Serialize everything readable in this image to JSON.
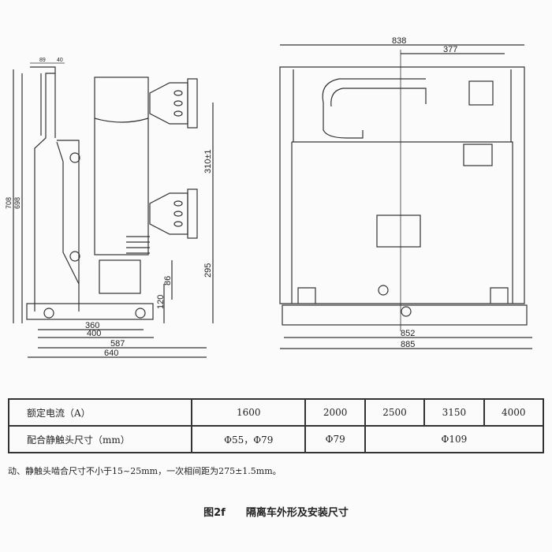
{
  "side_view": {
    "dims": {
      "top_a": "89",
      "top_b": "40",
      "h_outer": "708",
      "h_inner": "698",
      "pitch": "310±1",
      "h_lower": "295",
      "h_bracket": "86",
      "h_base": "120",
      "w_360": "360",
      "w_400": "400",
      "w_587": "587",
      "w_640": "640"
    }
  },
  "front_view": {
    "dims": {
      "w_838": "838",
      "w_377": "377",
      "w_852": "852",
      "w_885": "885"
    }
  },
  "table": {
    "row1_label": "额定电流（A）",
    "currents": [
      "1600",
      "2000",
      "2500",
      "3150",
      "4000"
    ],
    "row2_label": "配合静触头尺寸（mm）",
    "sizes": [
      "Φ55，Φ79",
      "Φ79",
      "Φ109"
    ]
  },
  "note": "动、静触头啮合尺寸不小于15~25mm，一次相间距为275±1.5mm。",
  "caption": "图2f　　隔离车外形及安装尺寸"
}
